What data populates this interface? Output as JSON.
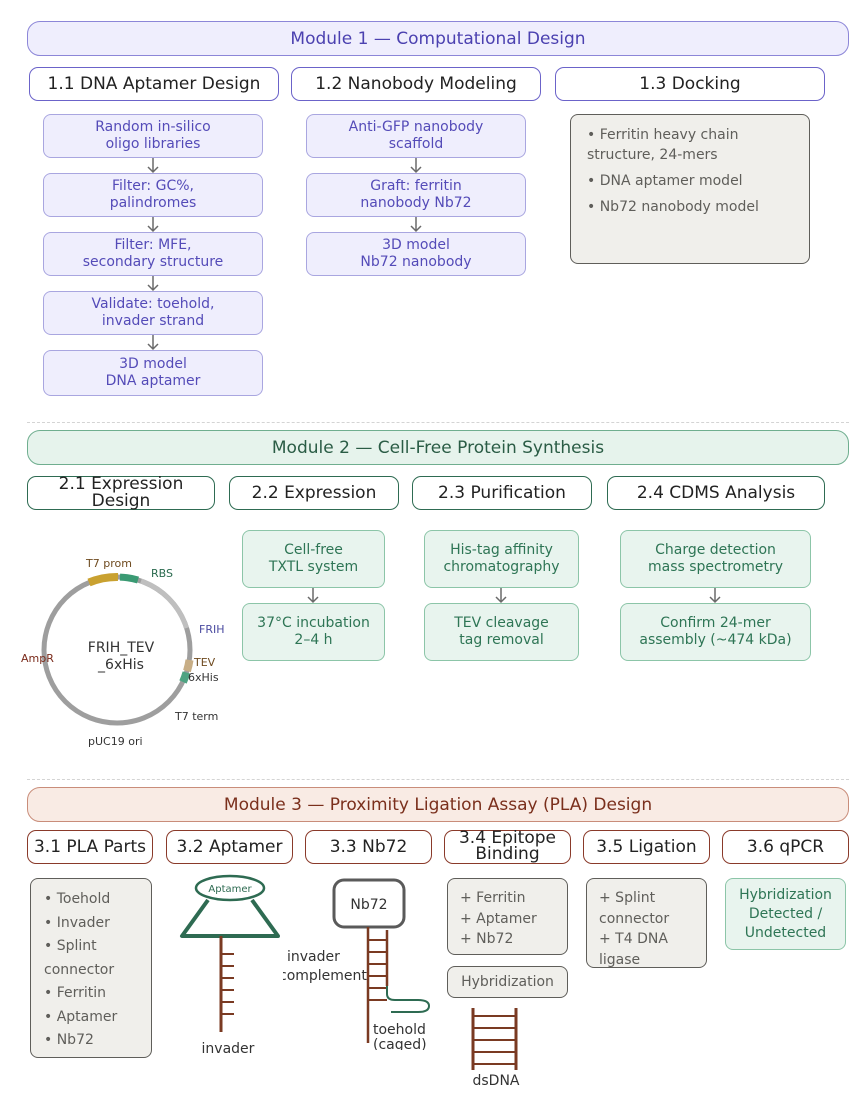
{
  "module1": {
    "title": "Module 1 — Computational Design",
    "sub": [
      "1.1 DNA Aptamer Design",
      "1.2 Nanobody Modeling",
      "1.3 Docking"
    ],
    "aptamer_steps": [
      [
        "Random in-silico",
        "oligo libraries"
      ],
      [
        "Filter: GC%,",
        "palindromes"
      ],
      [
        "Filter: MFE,",
        "secondary structure"
      ],
      [
        "Validate: toehold,",
        "invader strand"
      ],
      [
        "3D model",
        "DNA aptamer"
      ]
    ],
    "nanobody_steps": [
      [
        "Anti-GFP nanobody",
        "scaffold"
      ],
      [
        "Graft: ferritin",
        "nanobody Nb72"
      ],
      [
        "3D model",
        "Nb72 nanobody"
      ]
    ],
    "docking_items": [
      "• Ferritin heavy chain",
      "structure, 24-mers",
      "• DNA aptamer model",
      "• Nb72 nanobody model"
    ]
  },
  "module2": {
    "title": "Module 2 — Cell-Free Protein Synthesis",
    "sub": [
      "2.1 Expression Design",
      "2.2 Expression",
      "2.3 Purification",
      "2.4 CDMS Analysis"
    ],
    "plasmid": {
      "name": [
        "FRIH_TEV",
        "_6xHis"
      ],
      "labels": {
        "t7prom": "T7 prom",
        "rbs": "RBS",
        "frih": "FRIH",
        "tev": "TEV",
        "his": "6xHis",
        "t7term": "T7 term",
        "ori": "pUC19 ori",
        "ampr": "AmpR"
      }
    },
    "expression_steps": [
      [
        "Cell-free",
        "TXTL system"
      ],
      [
        "37°C incubation",
        "2–4 h"
      ]
    ],
    "purification_steps": [
      [
        "His-tag affinity",
        "chromatography"
      ],
      [
        "TEV cleavage",
        "tag removal"
      ]
    ],
    "cdms_steps": [
      [
        "Charge detection",
        "mass spectrometry"
      ],
      [
        "Confirm 24-mer",
        "assembly (~474 kDa)"
      ]
    ]
  },
  "module3": {
    "title": "Module 3 — Proximity Ligation Assay (PLA) Design",
    "sub": [
      "3.1 PLA Parts",
      "3.2 Aptamer",
      "3.3 Nb72",
      "3.4 Epitope Binding",
      "3.5 Ligation",
      "3.6 qPCR"
    ],
    "pla_parts": [
      "• Toehold",
      "• Invader",
      "• Splint",
      "connector",
      "• Ferritin",
      "• Aptamer",
      "• Nb72"
    ],
    "aptamer_diagram": {
      "top": "Aptamer",
      "bottom": "invader"
    },
    "nb72_diagram": {
      "box": "Nb72",
      "left1": "invader",
      "left2": "complement",
      "toe1": "toehold",
      "toe2": "(caged)"
    },
    "epitope_items": [
      "+ Ferritin",
      "+ Aptamer",
      "+ Nb72"
    ],
    "hybridization": "Hybridization",
    "dsdna": "dsDNA",
    "ligation_items": [
      "+ Splint",
      "connector",
      "+ T4 DNA",
      "ligase"
    ],
    "qpcr": [
      "Hybridization",
      "Detected /",
      "Undetected"
    ]
  },
  "colors": {
    "module1": "#6b63c9",
    "module2": "#2e6b52",
    "module3": "#8a3a2a",
    "strand": "#7a3a22"
  }
}
